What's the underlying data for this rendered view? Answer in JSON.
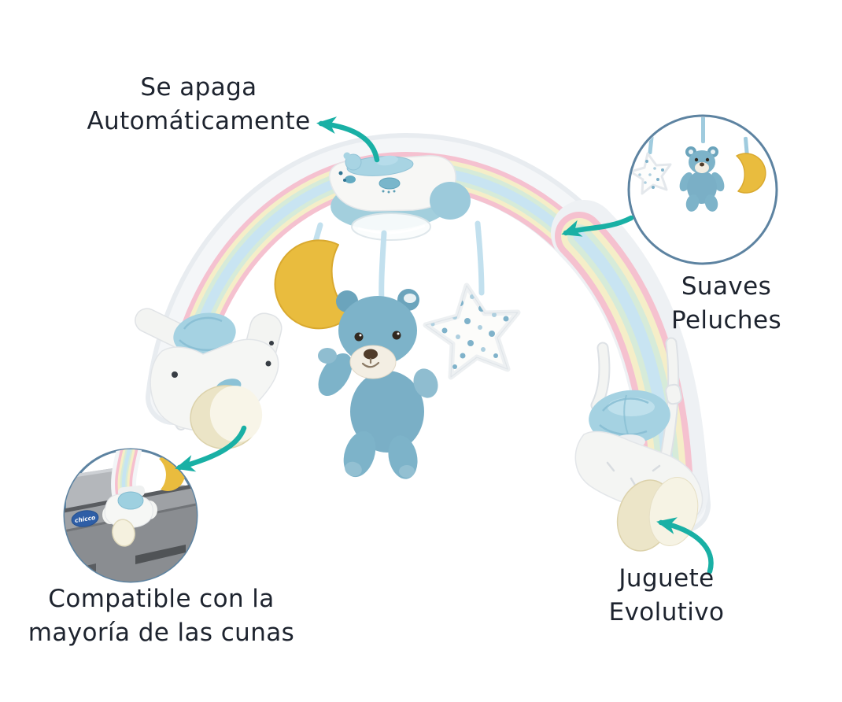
{
  "annotations": {
    "auto_off": {
      "line1": "Se apaga",
      "line2": "Automáticamente"
    },
    "plush": {
      "line1": "Suaves",
      "line2": "Peluches"
    },
    "compatible": {
      "line1": "Compatible con la",
      "line2": "mayoría de las cunas"
    },
    "toy": {
      "line1": "Juguete",
      "line2": "Evolutivo"
    }
  },
  "insets": {
    "plush_toys": {
      "items": [
        "star-plush",
        "bear-plush",
        "moon-plush"
      ]
    },
    "crib_clamp": {
      "brand": "chicco"
    }
  },
  "colors": {
    "text": "#1d232e",
    "accent_teal": "#19b0a5",
    "inset_border": "#5d83a1",
    "moon_yellow": "#e9bc3e",
    "bear_blue": "#7db1c7",
    "module_blue": "#a7d2e0",
    "cream_foot": "#ece5c8",
    "rainbow": [
      "#f6bfce",
      "#f6eec6",
      "#d5ebd8",
      "#c6e4f2"
    ]
  }
}
